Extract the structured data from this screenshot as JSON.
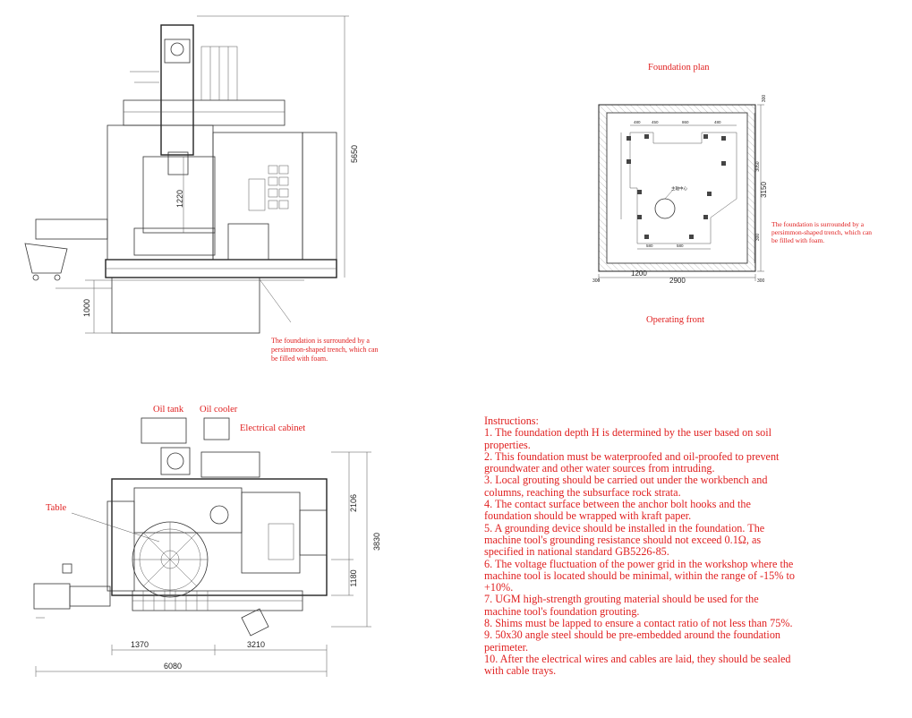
{
  "front_view": {
    "dim_height": "5650",
    "dim_inner": "1220",
    "dim_depth": "1000",
    "note": [
      "The foundation is surrounded by a",
      "persimmon-shaped trench, which can",
      "be filled with foam."
    ]
  },
  "plan": {
    "title": "Foundation plan",
    "operating_front": "Operating front",
    "dim_height": "3150",
    "dim_width": "2900",
    "dim_offset": "1200",
    "dim_margin_left": "300",
    "dim_margin_right": "300",
    "dim_small_top": "300",
    "dim_small_bottom": "300",
    "dim_inner_v": "3050",
    "dim_inner_h1": "580",
    "dim_inner_h2": "580",
    "dim_top_a": "480",
    "dim_top_b": "450",
    "dim_top_c": "860",
    "dim_top_d": "480",
    "center_label": "主轴中心",
    "note": [
      "The foundation is surrounded by a",
      "persimmon-shaped trench, which can",
      "be filled with foam."
    ]
  },
  "top_view": {
    "oil_tank": "Oil tank",
    "oil_cooler": "Oil cooler",
    "electrical_cabinet": "Electrical cabinet",
    "table": "Table",
    "dim_upper": "2106",
    "dim_total_v": "3830",
    "dim_lower": "1180",
    "dim_left": "1370",
    "dim_right": "3210",
    "dim_total_h": "6080"
  },
  "instructions": {
    "heading": "Instructions:",
    "lines": [
      "1. The foundation depth H is determined by the user based on soil",
      "properties.",
      "2. This foundation must be waterproofed and oil-proofed to prevent",
      "groundwater and other water sources from intruding.",
      "3. Local grouting should be carried out under the workbench and",
      "columns, reaching the subsurface rock strata.",
      "4. The contact surface between the anchor bolt hooks and the",
      "foundation should be wrapped with kraft paper.",
      "5. A grounding device should be installed in the foundation. The",
      "machine tool's grounding resistance should not exceed 0.1Ω, as",
      "specified in national standard GB5226-85.",
      "6. The voltage fluctuation of the power grid in the workshop where the",
      "machine tool is located should be minimal, within the range of -15% to",
      "+10%.",
      "7. UGM high-strength grouting material should be used for the",
      "machine tool's foundation grouting.",
      "8. Shims must be lapped to ensure a contact ratio of not less than 75%.",
      "9. 50x30 angle steel should be pre-embedded around the foundation",
      "perimeter.",
      "10. After the electrical wires and cables are laid, they should be sealed",
      "with cable trays."
    ]
  },
  "colors": {
    "annotation": "#e02020",
    "line": "#333333"
  }
}
